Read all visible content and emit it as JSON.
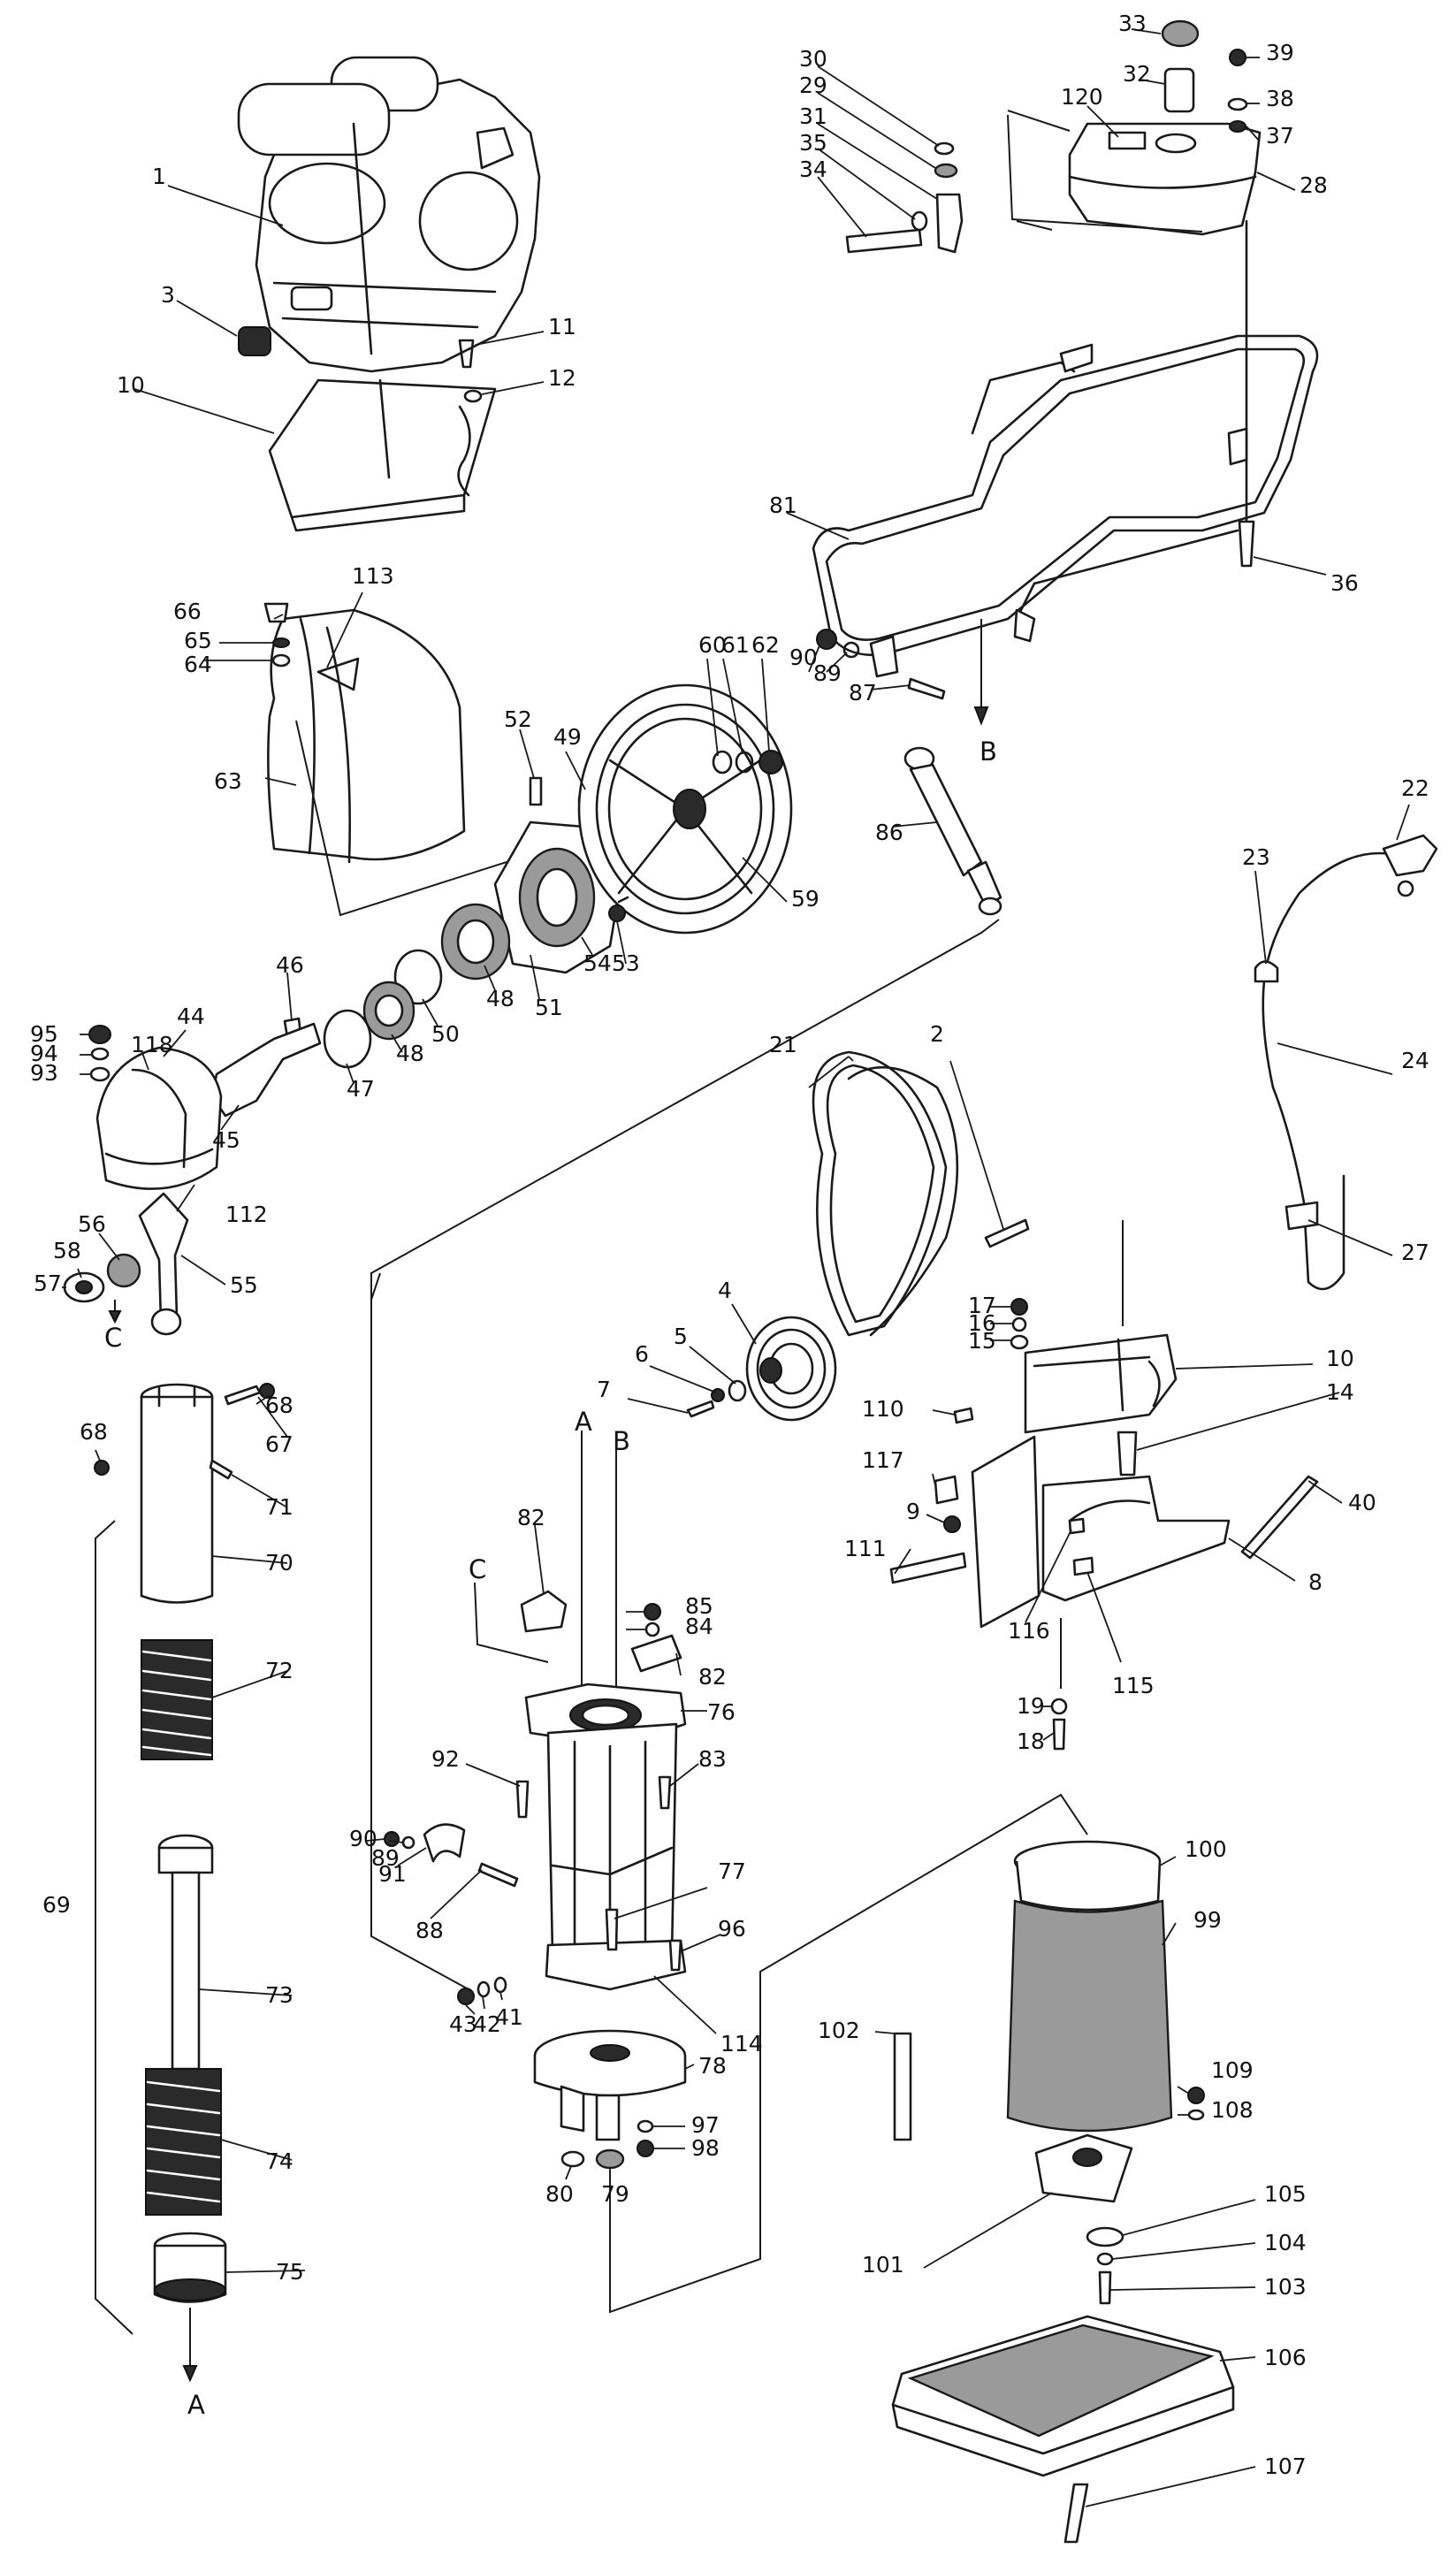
{
  "diagram": {
    "path_letters": [
      "A",
      "B",
      "C"
    ],
    "part_numbers": [
      "1",
      "2",
      "3",
      "4",
      "5",
      "6",
      "7",
      "8",
      "9",
      "10",
      "11",
      "12",
      "14",
      "15",
      "16",
      "17",
      "18",
      "19",
      "21",
      "22",
      "23",
      "24",
      "27",
      "28",
      "29",
      "30",
      "31",
      "32",
      "33",
      "34",
      "35",
      "36",
      "37",
      "38",
      "39",
      "40",
      "41",
      "42",
      "43",
      "44",
      "45",
      "46",
      "47",
      "48",
      "49",
      "50",
      "51",
      "52",
      "53",
      "54",
      "55",
      "56",
      "57",
      "58",
      "59",
      "60",
      "61",
      "62",
      "63",
      "64",
      "65",
      "66",
      "67",
      "68",
      "69",
      "70",
      "71",
      "72",
      "73",
      "74",
      "75",
      "76",
      "77",
      "78",
      "79",
      "80",
      "81",
      "82",
      "83",
      "84",
      "85",
      "86",
      "87",
      "88",
      "89",
      "90",
      "91",
      "92",
      "93",
      "94",
      "95",
      "96",
      "97",
      "98",
      "99",
      "100",
      "101",
      "102",
      "103",
      "104",
      "105",
      "106",
      "107",
      "108",
      "109",
      "110",
      "111",
      "112",
      "113",
      "114",
      "115",
      "116",
      "117",
      "118",
      "120"
    ]
  }
}
